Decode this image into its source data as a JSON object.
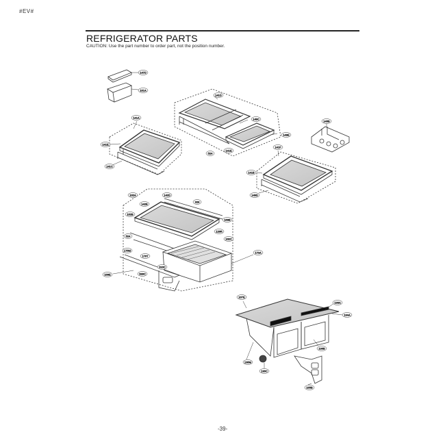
{
  "header": {
    "model_code": "#EV#",
    "title": "REFRIGERATOR PARTS",
    "caution": "CAUTION: Use the part number to order part, not the position number."
  },
  "footer": {
    "page_number": "-39-"
  },
  "diagram": {
    "groups": [
      {
        "name": "egg-tray-group",
        "callouts": [
          "147D",
          "161A"
        ]
      },
      {
        "name": "upper-shelf-left",
        "callouts": [
          "141A",
          "141E",
          "141C"
        ]
      },
      {
        "name": "upper-shelf-center-folding",
        "callouts": [
          "141D",
          "149C",
          "149E",
          "141E",
          "524"
        ]
      },
      {
        "name": "wine-rack",
        "callouts": [
          "146B"
        ]
      },
      {
        "name": "upper-shelf-right",
        "callouts": [
          "141F",
          "141B",
          "149D"
        ]
      },
      {
        "name": "snack-pan-assembly",
        "callouts": [
          "162A",
          "142D",
          "328",
          "142B",
          "162B",
          "169B",
          "129R",
          "524",
          "162C",
          "170A",
          "176M",
          "176T",
          "316C",
          "328C",
          "169E"
        ]
      },
      {
        "name": "crisper-assembly",
        "callouts": [
          "167E",
          "136A",
          "134A",
          "136B",
          "136M",
          "136C",
          "165B"
        ]
      }
    ]
  }
}
